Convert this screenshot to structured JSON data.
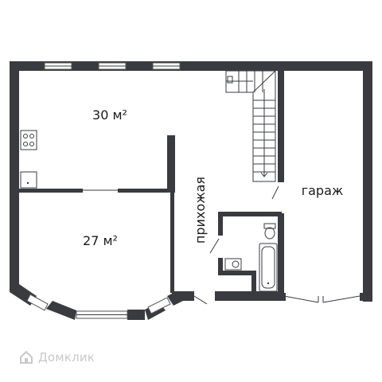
{
  "rooms": {
    "room_top": "30 м²",
    "room_bottom": "27 м²",
    "hallway": "прихожая",
    "garage": "гараж"
  },
  "watermark": {
    "text": "Домклик",
    "icon": "domclick-house-icon",
    "color": "#c9c9c9"
  },
  "colors": {
    "wall": "#3a3b40",
    "background": "#ffffff"
  }
}
